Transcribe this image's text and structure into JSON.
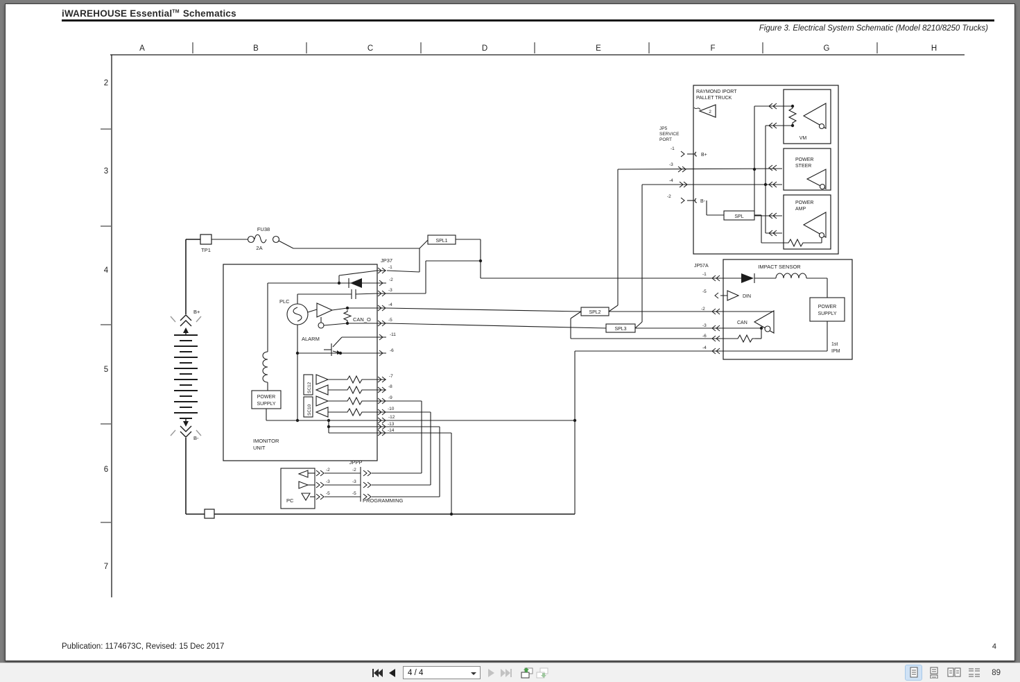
{
  "header": {
    "title_main": "iWAREHOUSE Essential",
    "title_tm": "TM",
    "title_rest": "Schematics",
    "figure_caption": "Figure 3.  Electrical System Schematic (Model 8210/8250 Trucks)"
  },
  "grid": {
    "columns": [
      "A",
      "B",
      "C",
      "D",
      "E",
      "F",
      "G",
      "H"
    ],
    "rows": [
      "2",
      "3",
      "4",
      "5",
      "6",
      "7"
    ]
  },
  "schematic": {
    "tp1": "TP1",
    "fu38": "FU38",
    "fuse_rating": "2A",
    "b_plus": "B+",
    "b_minus": "B-",
    "spl1": "SPL1",
    "spl2": "SPL2",
    "spl3": "SPL3",
    "jp37": "JP37",
    "jp37_pins": [
      "-1",
      "-2",
      "-3",
      "-4",
      "-5",
      "-11",
      "-6",
      "-7",
      "-8",
      "-9",
      "-10",
      "-12",
      "-13",
      "-14"
    ],
    "plc": "PLC",
    "can_o": "CAN_O",
    "alarm": "ALARM",
    "power_supply_line1": "POWER",
    "power_supply_line2": "SUPPLY",
    "sc12": "SC12",
    "sc10": "SC10",
    "imonitor_line1": "IMONITOR",
    "imonitor_line2": "UNIT",
    "pc": "PC",
    "jppp": "JPPP",
    "jppp_pins_left": [
      "-2",
      "-3",
      "-5"
    ],
    "jppp_pins_right": [
      "-2",
      "-3",
      "-5"
    ],
    "programming": "PROGRAMMING",
    "jp5_line1": "JP5",
    "jp5_line2": "SERVICE",
    "jp5_line3": "PORT",
    "jp5_pins": [
      "-1",
      "-3",
      "-4",
      "-2"
    ],
    "jp5_b_plus": "B+",
    "jp5_b_minus": "B-",
    "raymond_line1": "RAYMOND IPORT",
    "raymond_line2": "PALLET TRUCK",
    "note2": "2",
    "vm": "VM",
    "power_steer_line1": "POWER",
    "power_steer_line2": "STEER",
    "power_amp_line1": "POWER",
    "power_amp_line2": "AMP",
    "spl": "SPL",
    "jp57a": "JP57A",
    "jp57a_pins": [
      "-1",
      "-5",
      "-2",
      "-3",
      "-6",
      "-4"
    ],
    "impact_sensor": "IMPACT SENSOR",
    "din": "DIN",
    "can": "CAN",
    "ps2_line1": "POWER",
    "ps2_line2": "SUPPLY",
    "ipm_line1": "1st",
    "ipm_line2": "IPM"
  },
  "footer": {
    "publication": "Publication: 1174673C, Revised: 15 Dec 2017",
    "page_number": "4"
  },
  "toolbar": {
    "page_display": "4 / 4",
    "zoom_value": "89"
  }
}
